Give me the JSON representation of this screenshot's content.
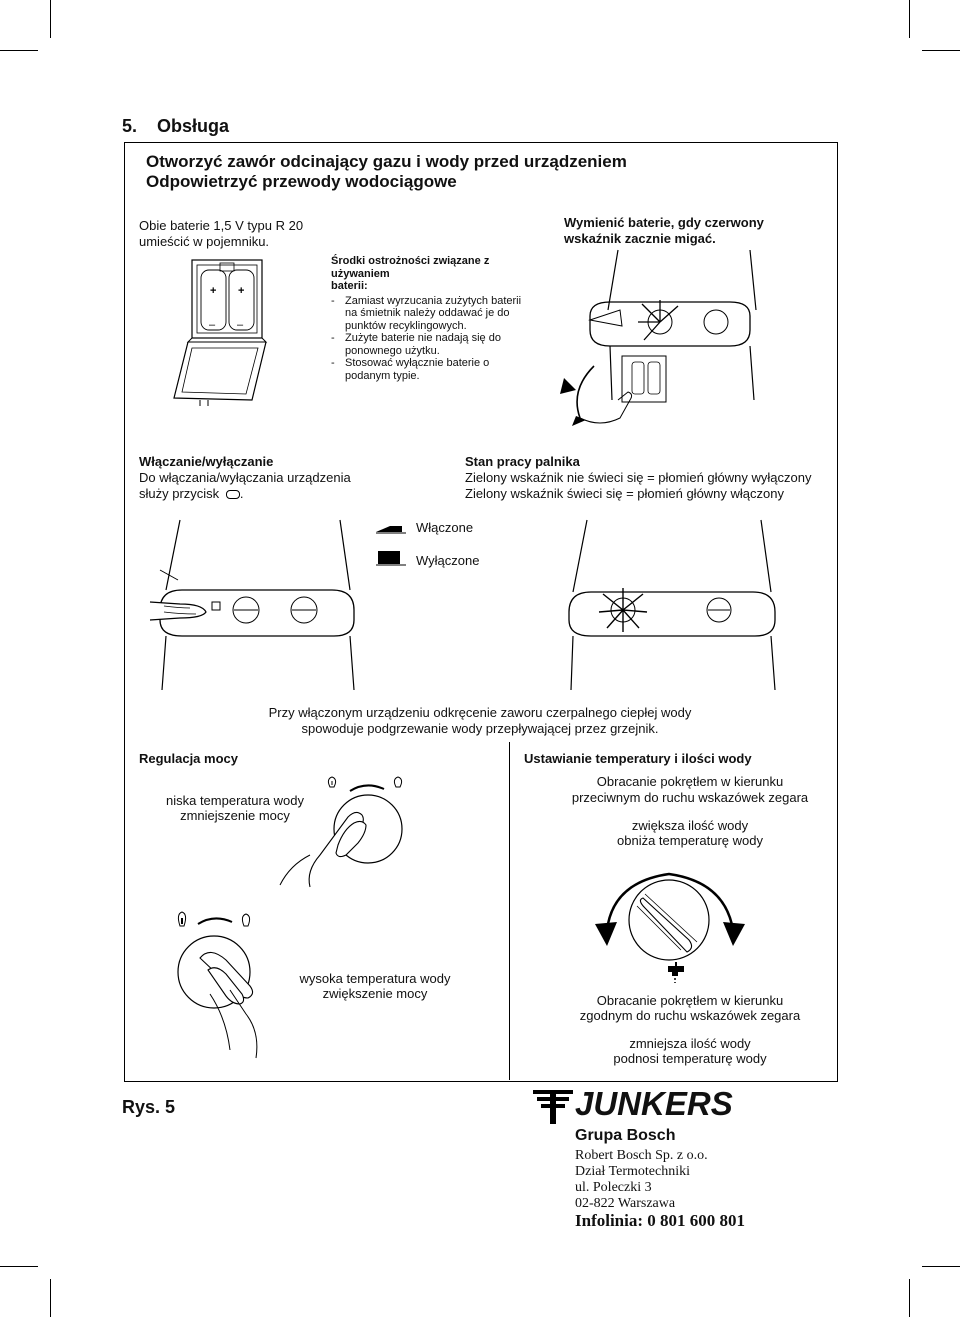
{
  "section_number": "5.",
  "section_title": "Obsługa",
  "header": {
    "line1": "Otworzyć zawór odcinający gazu i wody przed urządzeniem",
    "line2": "Odpowietrzyć przewody wodociągowe"
  },
  "battery": {
    "install_line1": "Obie baterie 1,5 V typu R 20",
    "install_line2": "umieścić w pojemniku.",
    "precautions_title_line1": "Środki ostrożności związane z używaniem",
    "precautions_title_line2": "baterii:",
    "precautions": [
      "Zamiast wyrzucania zużytych baterii na śmietnik należy oddawać je do punktów recyklingowych.",
      "Zużyte baterie nie nadają się do ponownego użytku.",
      "Stosować wyłącznie baterie o podanym typie."
    ],
    "replace_line1": "Wymienić baterie, gdy czerwony",
    "replace_line2": "wskaźnik zacznie migać.",
    "plus": "+",
    "minus": "–"
  },
  "onoff": {
    "title": "Włączanie/wyłączanie",
    "line1": "Do włączania/wyłączania urządzenia",
    "line2": "służy przycisk",
    "line2_end": ".",
    "on_label": "Włączone",
    "off_label": "Wyłączone"
  },
  "burner": {
    "title": "Stan pracy palnika",
    "line1": "Zielony wskaźnik nie świeci się = płomień główny wyłączony",
    "line2": "Zielony wskaźnik świeci się = płomień główny włączony"
  },
  "heating_note": {
    "line1": "Przy włączonym urządzeniu odkręcenie zaworu czerpalnego ciepłej wody",
    "line2": "spowoduje podgrzewanie wody przepływającej przez grzejnik."
  },
  "power": {
    "title": "Regulacja mocy",
    "low_line1": "niska temperatura wody",
    "low_line2": "zmniejszenie mocy",
    "high_line1": "wysoka temperatura wody",
    "high_line2": "zwiększenie mocy"
  },
  "temperature": {
    "title": "Ustawianie temperatury i ilości wody",
    "ccw_line1": "Obracanie pokrętłem w kierunku",
    "ccw_line2": "przeciwnym do ruchu wskazówek zegara",
    "ccw_effect1": "zwiększa ilość wody",
    "ccw_effect2": "obniża temperaturę wody",
    "cw_line1": "Obracanie pokrętłem w kierunku",
    "cw_line2": "zgodnym do ruchu wskazówek zegara",
    "cw_effect1": "zmniejsza ilość wody",
    "cw_effect2": "podnosi temperaturę wody"
  },
  "figure_label": "Rys. 5",
  "footer": {
    "brand": "JUNKERS",
    "group": "Grupa Bosch",
    "company": "Robert Bosch Sp. z o.o.",
    "department": "Dział Termotechniki",
    "street": "ul. Poleczki 3",
    "city": "02-822 Warszawa",
    "hotline": "Infolinia: 0 801 600 801"
  }
}
